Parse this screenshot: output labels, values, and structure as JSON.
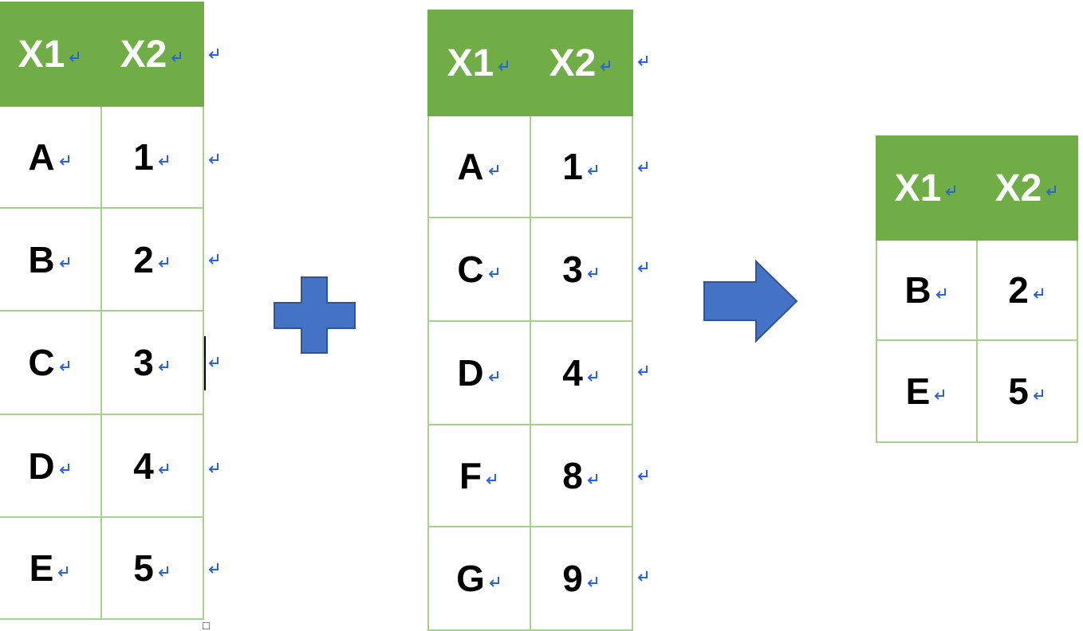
{
  "tables": [
    {
      "name": "left-table",
      "header": [
        "X1",
        "X2"
      ],
      "rows": [
        [
          "A",
          "1"
        ],
        [
          "B",
          "2"
        ],
        [
          "C",
          "3"
        ],
        [
          "D",
          "4"
        ],
        [
          "E",
          "5"
        ]
      ]
    },
    {
      "name": "middle-table",
      "header": [
        "X1",
        "X2"
      ],
      "rows": [
        [
          "A",
          "1"
        ],
        [
          "C",
          "3"
        ],
        [
          "D",
          "4"
        ],
        [
          "F",
          "8"
        ],
        [
          "G",
          "9"
        ]
      ]
    },
    {
      "name": "result-table",
      "header": [
        "X1",
        "X2"
      ],
      "rows": [
        [
          "B",
          "2"
        ],
        [
          "E",
          "5"
        ]
      ]
    }
  ],
  "colors": {
    "header_bg": "#70ad47",
    "grid_line": "#a9d18e",
    "shape_fill": "#4472c4",
    "shape_stroke": "#2f5597",
    "paragraph_mark": "#2a64d6"
  },
  "icons": {
    "operator": "plus-shape",
    "result": "right-arrow-shape",
    "cell_end": "paragraph-return-mark-icon"
  }
}
